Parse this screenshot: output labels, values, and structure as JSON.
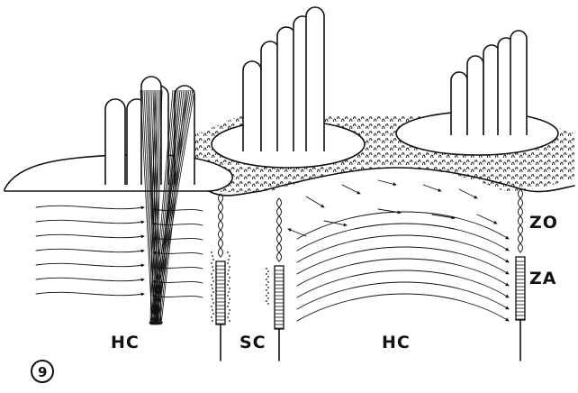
{
  "figure": {
    "number": "9",
    "labels": {
      "hair_cell_left": "HC",
      "supporting_cell": "SC",
      "hair_cell_right": "HC",
      "zonula_occludens": "ZO",
      "zonula_adherens": "ZA"
    }
  }
}
